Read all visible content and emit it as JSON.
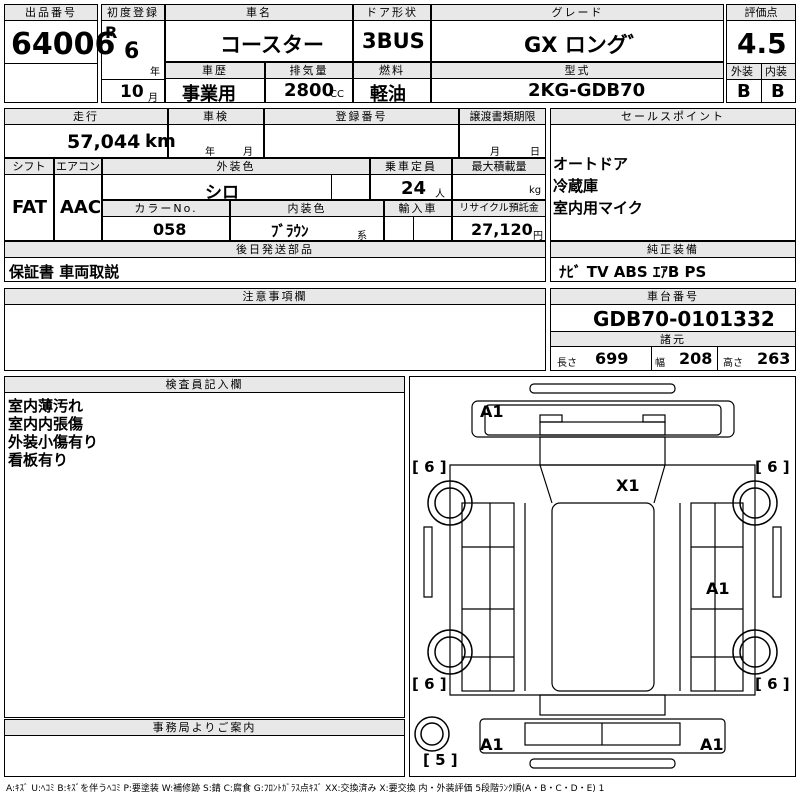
{
  "labels": {
    "lot_no": "出品番号",
    "first_reg": "初度登録",
    "car_name": "車名",
    "door": "ドア形状",
    "grade": "グレード",
    "score": "評価点",
    "history": "車歴",
    "displacement": "排気量",
    "fuel": "燃料",
    "model_code": "型式",
    "exterior": "外装",
    "interior": "内装",
    "mileage": "走行",
    "inspection": "車検",
    "reg_no": "登録番号",
    "transfer": "譲渡書類期限",
    "sales_point": "セールスポイント",
    "shift": "シフト",
    "aircon": "エアコン",
    "ext_color": "外装色",
    "capacity": "乗車定員",
    "max_load": "最大積載量",
    "color_no": "カラーNo.",
    "int_color": "内装色",
    "import": "輸入車",
    "recycle": "リサイクル預託金",
    "later_items": "後日発送部品",
    "genuine": "純正装備",
    "notes": "注意事項欄",
    "chassis": "車台番号",
    "specs": "諸元",
    "inspector": "検査員記入欄",
    "office": "事務局よりご案内"
  },
  "units": {
    "year": "年",
    "month": "月",
    "cc": "CC",
    "km": "km",
    "person": "人",
    "kg": "kg",
    "yen": "円",
    "kei": "系",
    "length": "長さ",
    "width": "幅",
    "height": "高さ"
  },
  "vehicle": {
    "lot_no": "64006",
    "era": "R",
    "year": "6",
    "month": "10",
    "car_name": "コースター",
    "door": "3BUS",
    "grade": "GX ロングﾞ",
    "score": "4.5",
    "history": "事業用",
    "displacement": "2800",
    "fuel": "軽油",
    "model_code": "2KG-GDB70",
    "ext_grade": "B",
    "int_grade": "B",
    "mileage": "57,044",
    "shift": "FAT",
    "aircon": "AAC",
    "ext_color": "シロ",
    "capacity": "24",
    "color_no": "058",
    "int_color": "ﾌﾞﾗｳﾝ",
    "recycle": "27,120",
    "later_items": "保証書 車両取説",
    "genuine": "ﾅﾋﾞ TV ABS ｴｱB PS",
    "chassis": "GDB70-0101332",
    "length": "699",
    "width": "208",
    "height": "263"
  },
  "sales_points": [
    "オートドア",
    "冷蔵庫",
    "室内用マイク"
  ],
  "inspector_notes": [
    "室内薄汚れ",
    "室内内張傷",
    "外装小傷有り",
    "看板有り"
  ],
  "diagram": {
    "marks": {
      "front_left": "A1",
      "roof": "X1",
      "right_side": "A1",
      "rear_left": "A1",
      "rear_right": "A1"
    },
    "tires": {
      "front_left": "6",
      "front_right": "6",
      "rear_left": "6",
      "rear_right": "6",
      "spare": "5"
    }
  },
  "legend": "A:ｷｽﾞ U:ﾍｺﾐ B:ｷｽﾞを伴うﾍｺﾐ P:要塗装 W:補修跡 S:錆 C:腐食 G:ﾌﾛﾝﾄｶﾞﾗｽ点ｷｽﾞ XX:交換済み X:要交換 内・外装評価 5段階ﾗﾝｸ順(A・B・C・D・E) 1"
}
